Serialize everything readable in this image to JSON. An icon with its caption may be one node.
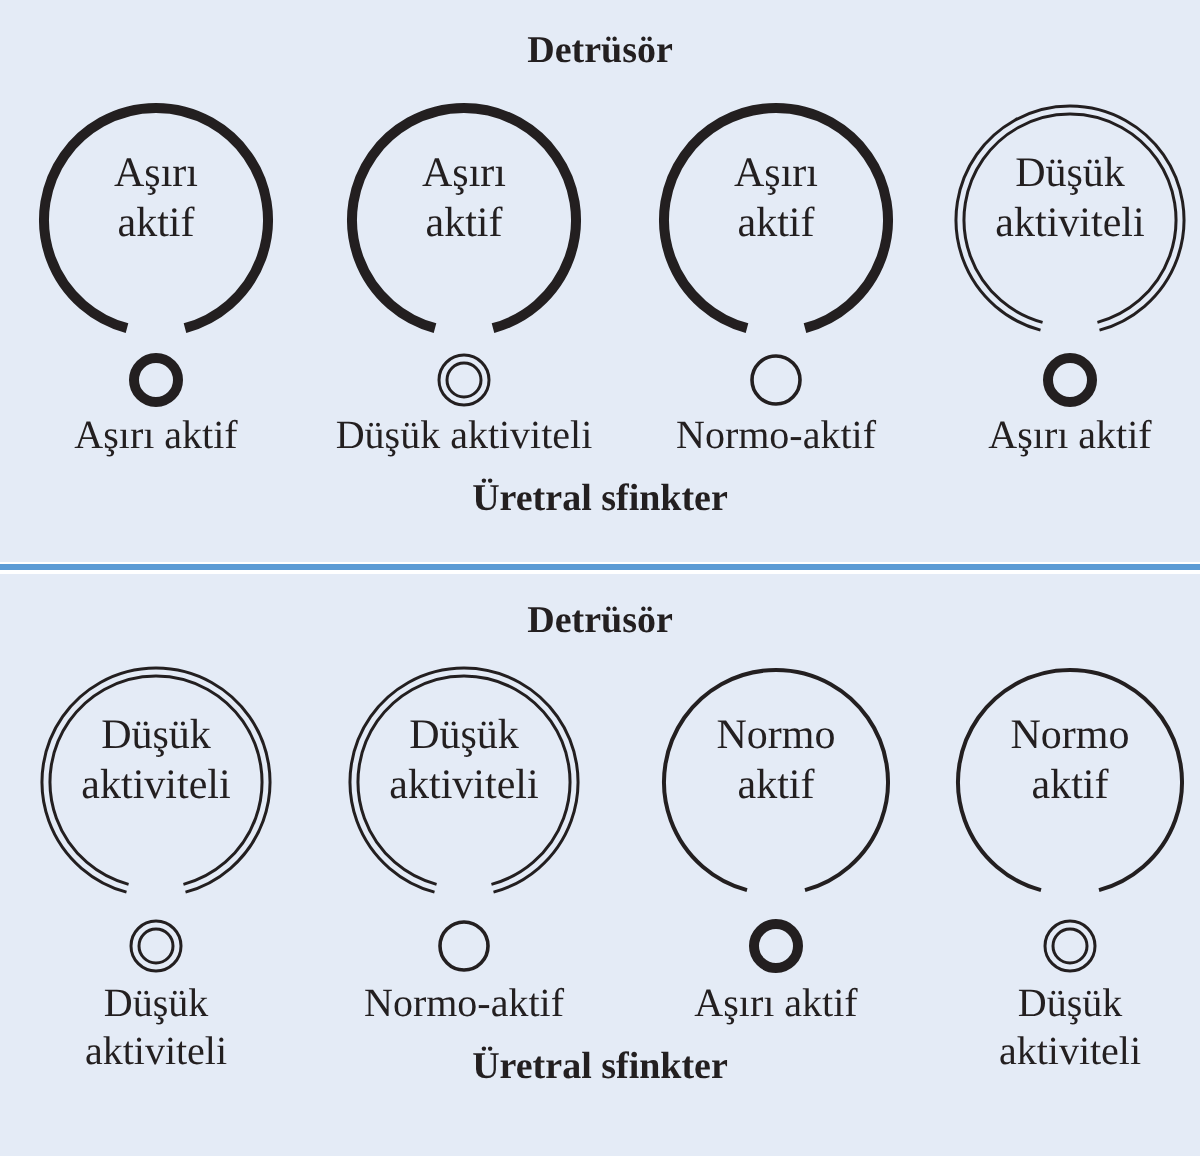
{
  "diagram": {
    "nodes": [
      {
        "text": [
          "Detrüsör",
          "Üretral sfinkter"
        ]
      },
      {
        "text": [
          "Aşırı aktif"
        ],
        "in": 0
      },
      {
        "text": [
          "Aşırı aktif"
        ],
        "in": 0
      },
      {
        "text": [
          "Aşırı aktif"
        ],
        "in": 0
      },
      {
        "text": [
          "Düşük aktiviteli"
        ],
        "in": 0
      },
      {
        "text": [],
        "shape": "circle",
        "in": 0,
        "beside": [
          "Aşırı aktif"
        ]
      },
      {
        "text": [],
        "shape": "circle",
        "in": 0,
        "beside": [
          "Düşük aktiviteli"
        ]
      },
      {
        "text": [],
        "shape": "circle",
        "in": 0,
        "beside": [
          "Normo-aktif"
        ]
      },
      {
        "text": [],
        "shape": "circle",
        "in": 0,
        "beside": [
          "Aşırı aktif"
        ]
      },
      {
        "text": [
          "Detrüsör",
          "Üretral sfinkter"
        ]
      },
      {
        "text": [
          "Düşük aktiviteli"
        ],
        "in": 9
      },
      {
        "text": [
          "Düşük aktiviteli"
        ],
        "in": 9
      },
      {
        "text": [
          "Normo aktif"
        ],
        "in": 9
      },
      {
        "text": [
          "Normo aktif"
        ],
        "in": 9
      },
      {
        "text": [],
        "shape": "circle",
        "in": 9,
        "beside": [
          "Düşük aktiviteli"
        ]
      },
      {
        "text": [],
        "shape": "circle",
        "in": 9,
        "beside": [
          "Normo-aktif"
        ]
      },
      {
        "text": [],
        "shape": "circle",
        "in": 9,
        "beside": [
          "Aşırı aktif"
        ]
      },
      {
        "text": [],
        "shape": "circle",
        "in": 9,
        "beside": [
          "Düşük aktiviteli"
        ]
      }
    ],
    "edges": []
  }
}
